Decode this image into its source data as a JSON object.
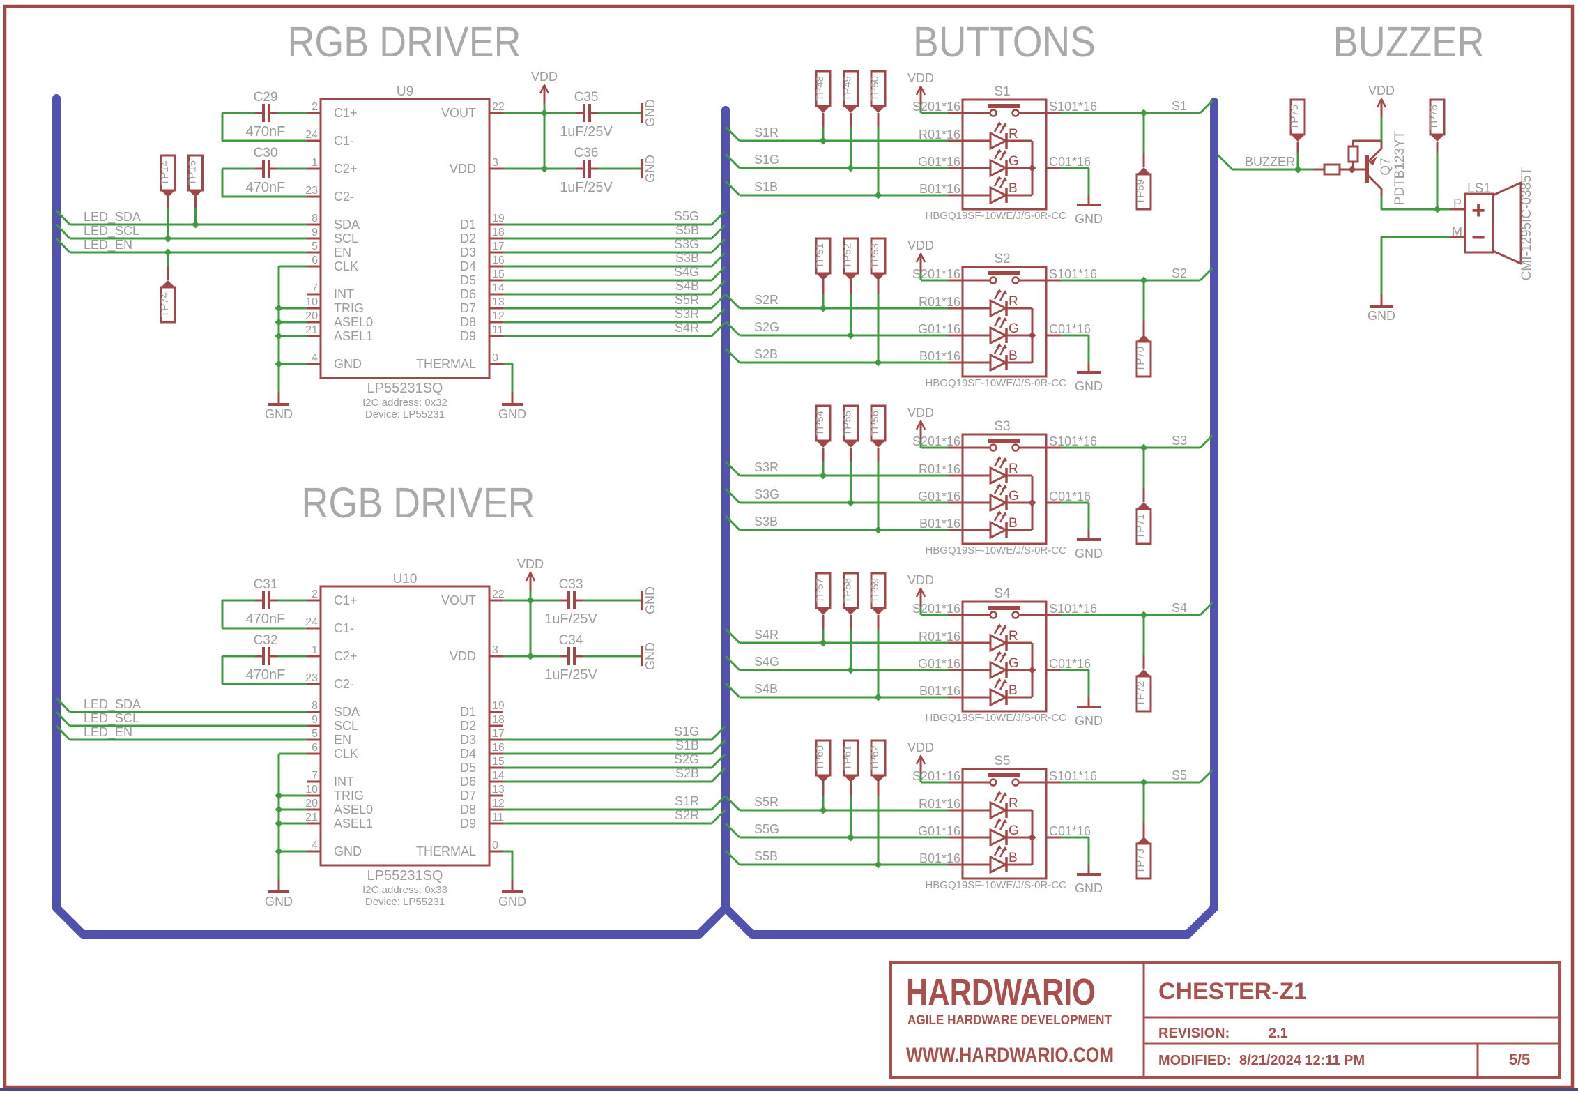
{
  "sheet_titles": [
    {
      "label": "RGB DRIVER"
    },
    {
      "label": "RGB DRIVER"
    },
    {
      "label": "BUTTONS"
    },
    {
      "label": "BUZZER"
    }
  ],
  "power": {
    "vdd": "VDD",
    "gnd": "GND"
  },
  "rgb_drivers": [
    {
      "designator": "U9",
      "value": "LP55231SQ",
      "info": [
        "I2C address: 0x32",
        "Device: LP55231"
      ],
      "left_pins": [
        {
          "num": "2",
          "name": "C1+",
          "row": 0
        },
        {
          "num": "24",
          "name": "C1-",
          "row": 2
        },
        {
          "num": "1",
          "name": "C2+",
          "row": 4
        },
        {
          "num": "23",
          "name": "C2-",
          "row": 6
        },
        {
          "num": "8",
          "name": "SDA",
          "row": 8
        },
        {
          "num": "9",
          "name": "SCL",
          "row": 9
        },
        {
          "num": "5",
          "name": "EN",
          "row": 10
        },
        {
          "num": "6",
          "name": "CLK",
          "row": 11
        },
        {
          "num": "7",
          "name": "INT",
          "row": 13
        },
        {
          "num": "10",
          "name": "TRIG",
          "row": 14
        },
        {
          "num": "20",
          "name": "ASEL0",
          "row": 15
        },
        {
          "num": "21",
          "name": "ASEL1",
          "row": 16
        },
        {
          "num": "4",
          "name": "GND",
          "row": 18
        }
      ],
      "right_pins": [
        {
          "num": "22",
          "name": "VOUT",
          "row": 0
        },
        {
          "num": "3",
          "name": "VDD",
          "row": 4
        },
        {
          "num": "19",
          "name": "D1",
          "row": 8
        },
        {
          "num": "18",
          "name": "D2",
          "row": 9
        },
        {
          "num": "17",
          "name": "D3",
          "row": 10
        },
        {
          "num": "16",
          "name": "D4",
          "row": 11
        },
        {
          "num": "15",
          "name": "D5",
          "row": 12
        },
        {
          "num": "14",
          "name": "D6",
          "row": 13
        },
        {
          "num": "13",
          "name": "D7",
          "row": 14
        },
        {
          "num": "12",
          "name": "D8",
          "row": 15
        },
        {
          "num": "11",
          "name": "D9",
          "row": 16
        },
        {
          "num": "0",
          "name": "THERMAL",
          "row": 18
        }
      ],
      "bypass_caps": [
        {
          "designator": "C29",
          "value": "470nF",
          "rows": [
            0,
            2
          ]
        },
        {
          "designator": "C30",
          "value": "470nF",
          "rows": [
            4,
            6
          ]
        }
      ],
      "supply_caps": [
        {
          "designator": "C35",
          "value": "1uF/25V",
          "row": 0
        },
        {
          "designator": "C36",
          "value": "1uF/25V",
          "row": 4
        }
      ],
      "control_nets": [
        {
          "label": "LED_SDA",
          "row": 8
        },
        {
          "label": "LED_SCL",
          "row": 9
        },
        {
          "label": "LED_EN",
          "row": 10
        }
      ],
      "test_points": [
        {
          "name": "TP15",
          "net": 0,
          "col": 1,
          "dir": "down"
        },
        {
          "name": "TP14",
          "net": 1,
          "col": 0,
          "dir": "down"
        },
        {
          "name": "TP74",
          "net": 2,
          "col": 0,
          "dir": "up"
        }
      ],
      "output_nets": [
        {
          "pin_row": 8,
          "label": "S5G"
        },
        {
          "pin_row": 9,
          "label": "S5B"
        },
        {
          "pin_row": 10,
          "label": "S3G"
        },
        {
          "pin_row": 11,
          "label": "S3B"
        },
        {
          "pin_row": 12,
          "label": "S4G"
        },
        {
          "pin_row": 13,
          "label": "S4B"
        },
        {
          "pin_row": 14,
          "label": "S5R"
        },
        {
          "pin_row": 15,
          "label": "S3R"
        },
        {
          "pin_row": 16,
          "label": "S4R"
        }
      ]
    },
    {
      "designator": "U10",
      "value": "LP55231SQ",
      "info": [
        "I2C address: 0x33",
        "Device: LP55231"
      ],
      "left_pins": [
        {
          "num": "2",
          "name": "C1+",
          "row": 0
        },
        {
          "num": "24",
          "name": "C1-",
          "row": 2
        },
        {
          "num": "1",
          "name": "C2+",
          "row": 4
        },
        {
          "num": "23",
          "name": "C2-",
          "row": 6
        },
        {
          "num": "8",
          "name": "SDA",
          "row": 8
        },
        {
          "num": "9",
          "name": "SCL",
          "row": 9
        },
        {
          "num": "5",
          "name": "EN",
          "row": 10
        },
        {
          "num": "6",
          "name": "CLK",
          "row": 11
        },
        {
          "num": "7",
          "name": "INT",
          "row": 13
        },
        {
          "num": "10",
          "name": "TRIG",
          "row": 14
        },
        {
          "num": "20",
          "name": "ASEL0",
          "row": 15
        },
        {
          "num": "21",
          "name": "ASEL1",
          "row": 16
        },
        {
          "num": "4",
          "name": "GND",
          "row": 18
        }
      ],
      "right_pins": [
        {
          "num": "22",
          "name": "VOUT",
          "row": 0
        },
        {
          "num": "3",
          "name": "VDD",
          "row": 4
        },
        {
          "num": "19",
          "name": "D1",
          "row": 8
        },
        {
          "num": "18",
          "name": "D2",
          "row": 9
        },
        {
          "num": "17",
          "name": "D3",
          "row": 10
        },
        {
          "num": "16",
          "name": "D4",
          "row": 11
        },
        {
          "num": "15",
          "name": "D5",
          "row": 12
        },
        {
          "num": "14",
          "name": "D6",
          "row": 13
        },
        {
          "num": "13",
          "name": "D7",
          "row": 14
        },
        {
          "num": "12",
          "name": "D8",
          "row": 15
        },
        {
          "num": "11",
          "name": "D9",
          "row": 16
        },
        {
          "num": "0",
          "name": "THERMAL",
          "row": 18
        }
      ],
      "bypass_caps": [
        {
          "designator": "C31",
          "value": "470nF",
          "rows": [
            0,
            2
          ]
        },
        {
          "designator": "C32",
          "value": "470nF",
          "rows": [
            4,
            6
          ]
        }
      ],
      "supply_caps": [
        {
          "designator": "C33",
          "value": "1uF/25V",
          "row": 0
        },
        {
          "designator": "C34",
          "value": "1uF/25V",
          "row": 4
        }
      ],
      "control_nets": [
        {
          "label": "LED_SDA",
          "row": 8
        },
        {
          "label": "LED_SCL",
          "row": 9
        },
        {
          "label": "LED_EN",
          "row": 10
        }
      ],
      "test_points": [],
      "output_nets": [
        {
          "pin_row": 10,
          "label": "S1G"
        },
        {
          "pin_row": 11,
          "label": "S1B"
        },
        {
          "pin_row": 12,
          "label": "S2G"
        },
        {
          "pin_row": 13,
          "label": "S2B"
        },
        {
          "pin_row": 15,
          "label": "S1R"
        },
        {
          "pin_row": 16,
          "label": "S2R"
        }
      ]
    }
  ],
  "buttons": [
    {
      "designator": "S1",
      "part": "HBGQ19SF-10WE/J/S-0R-CC",
      "pins": {
        "s2": "S201*16",
        "s1": "S101*16",
        "r": "R01*16",
        "g": "G01*16",
        "b": "B01*16",
        "c": "C01*16"
      },
      "nets": {
        "r": "S1R",
        "g": "S1G",
        "b": "S1B",
        "out": "S1"
      },
      "leds": [
        "R",
        "G",
        "B"
      ],
      "test_points": [
        "TP48",
        "TP49",
        "TP50"
      ],
      "out_test_point": "TP69"
    },
    {
      "designator": "S2",
      "part": "HBGQ19SF-10WE/J/S-0R-CC",
      "pins": {
        "s2": "S201*16",
        "s1": "S101*16",
        "r": "R01*16",
        "g": "G01*16",
        "b": "B01*16",
        "c": "C01*16"
      },
      "nets": {
        "r": "S2R",
        "g": "S2G",
        "b": "S2B",
        "out": "S2"
      },
      "leds": [
        "R",
        "G",
        "B"
      ],
      "test_points": [
        "TP51",
        "TP52",
        "TP53"
      ],
      "out_test_point": "TP70"
    },
    {
      "designator": "S3",
      "part": "HBGQ19SF-10WE/J/S-0R-CC",
      "pins": {
        "s2": "S201*16",
        "s1": "S101*16",
        "r": "R01*16",
        "g": "G01*16",
        "b": "B01*16",
        "c": "C01*16"
      },
      "nets": {
        "r": "S3R",
        "g": "S3G",
        "b": "S3B",
        "out": "S3"
      },
      "leds": [
        "R",
        "G",
        "B"
      ],
      "test_points": [
        "TP54",
        "TP55",
        "TP56"
      ],
      "out_test_point": "TP71"
    },
    {
      "designator": "S4",
      "part": "HBGQ19SF-10WE/J/S-0R-CC",
      "pins": {
        "s2": "S201*16",
        "s1": "S101*16",
        "r": "R01*16",
        "g": "G01*16",
        "b": "B01*16",
        "c": "C01*16"
      },
      "nets": {
        "r": "S4R",
        "g": "S4G",
        "b": "S4B",
        "out": "S4"
      },
      "leds": [
        "R",
        "G",
        "B"
      ],
      "test_points": [
        "TP57",
        "TP58",
        "TP59"
      ],
      "out_test_point": "TP72"
    },
    {
      "designator": "S5",
      "part": "HBGQ19SF-10WE/J/S-0R-CC",
      "pins": {
        "s2": "S201*16",
        "s1": "S101*16",
        "r": "R01*16",
        "g": "G01*16",
        "b": "B01*16",
        "c": "C01*16"
      },
      "nets": {
        "r": "S5R",
        "g": "S5G",
        "b": "S5B",
        "out": "S5"
      },
      "leds": [
        "R",
        "G",
        "B"
      ],
      "test_points": [
        "TP60",
        "TP61",
        "TP62"
      ],
      "out_test_point": "TP73"
    }
  ],
  "buzzer": {
    "net": "BUZZER",
    "transistor": {
      "designator": "Q7",
      "value": "PDTB123YT"
    },
    "speaker": {
      "designator": "LS1",
      "value": "CMI-1295IC-0385T",
      "pin_p": "P",
      "pin_m": "M",
      "plus": "+",
      "minus": "−"
    },
    "test_points": [
      "TP75",
      "TP76"
    ]
  },
  "title_block": {
    "company": "HARDWARIO",
    "tagline": "AGILE HARDWARE DEVELOPMENT",
    "website": "WWW.HARDWARIO.COM",
    "project": "CHESTER-Z1",
    "revision_label": "REVISION:",
    "revision": "2.1",
    "modified_label": "MODIFIED:",
    "modified": "8/21/2024 12:11 PM",
    "page": "5/5"
  }
}
